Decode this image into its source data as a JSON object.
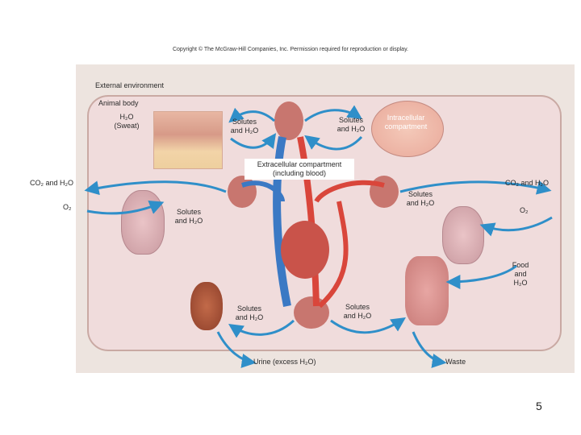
{
  "copyright": "Copyright © The McGraw-Hill Companies, Inc. Permission required for reproduction or display.",
  "labels": {
    "external_environment": "External environment",
    "animal_body": "Animal body",
    "h2o_sweat": "H₂O (Sweat)",
    "solutes_h2o_left": "Solutes and H₂O",
    "solutes_h2o_right": "Solutes and H₂O",
    "intracellular": "Intracellular compartment",
    "extracellular": "Extracellular compartment (including blood)",
    "co2_h2o_left": "CO₂ and H₂O",
    "co2_h2o_right": "CO₂ and H₂O",
    "o2_left": "O₂",
    "o2_right": "O₂",
    "solutes_h2o_lung_left": "Solutes and H₂O",
    "solutes_h2o_lung_right": "Solutes and H₂O",
    "food_h2o": "Food and H₂O",
    "solutes_h2o_kidney": "Solutes and H₂O",
    "solutes_h2o_gut": "Solutes and H₂O",
    "urine": "Urine (excess H₂O)",
    "waste": "Waste"
  },
  "page_number": "5",
  "colors": {
    "arrow": "#2f8fc9",
    "artery": "#d9463b",
    "vein": "#3b79c4",
    "environment": "#ede4df",
    "body_fill": "#f0dcdc",
    "body_border": "#c9a9a3"
  }
}
